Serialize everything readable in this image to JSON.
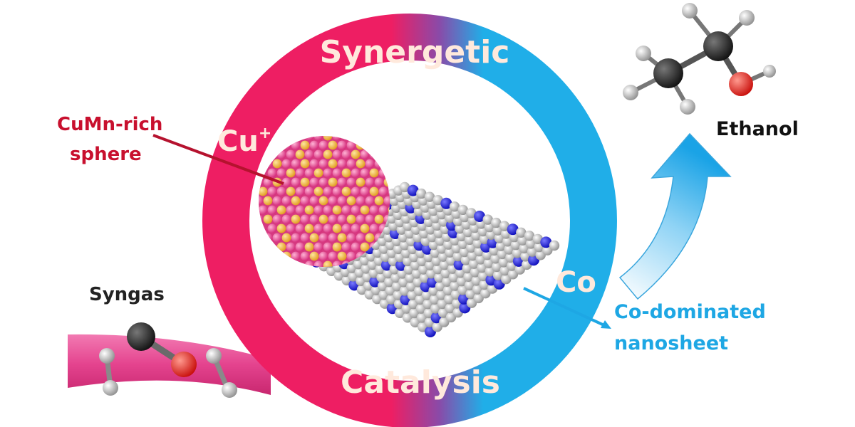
{
  "ring": {
    "top_label": "Synergetic",
    "bottom_label": "Catalysis",
    "left_site": "Cu",
    "left_site_charge": "+",
    "right_site": "Co",
    "left_color": "#ee1e63",
    "right_color": "#20aee8",
    "mid_color": "#8a4aa8"
  },
  "callouts": {
    "sphere_line1": "CuMn-rich",
    "sphere_line2": "sphere",
    "sheet_line1": "Co-dominated",
    "sheet_line2": "nanosheet",
    "sphere_color": "#c8102e",
    "sheet_color": "#1ea7e4"
  },
  "reactant": {
    "label": "Syngas"
  },
  "product": {
    "label": "Ethanol"
  },
  "atom_colors": {
    "sphere_pink": "#e53d8a",
    "sphere_gold": "#f2b233",
    "sheet_gray": "#c0c0c0",
    "sheet_blue": "#1a1ae6",
    "carbon": "#2a2a2a",
    "oxygen": "#e8201c",
    "hydrogen": "#a0a0a0"
  }
}
